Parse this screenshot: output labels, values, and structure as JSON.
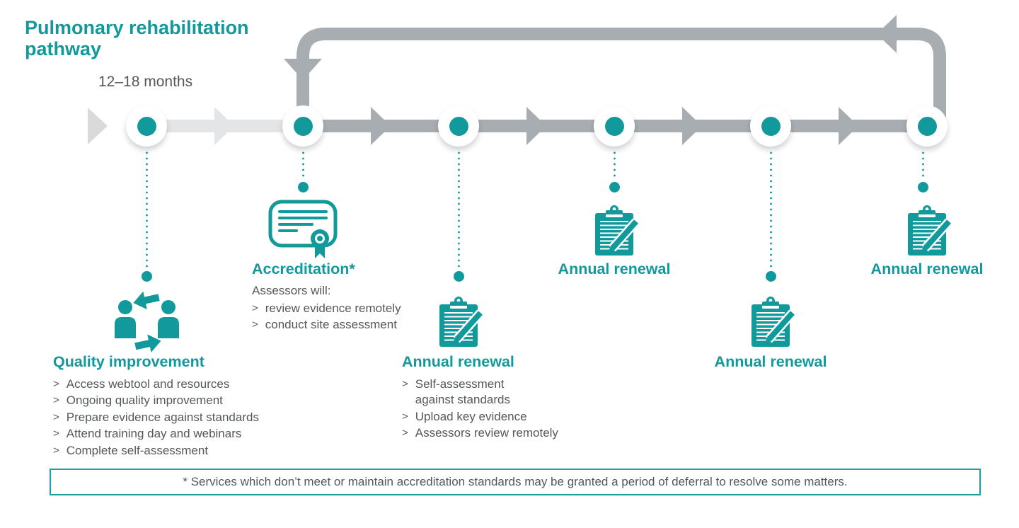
{
  "title": "Pulmonary rehabilitation pathway",
  "timeline": {
    "duration_label": "12–18 months",
    "node_count": 6
  },
  "bullet_marker": ">",
  "colors": {
    "teal": "#12999c",
    "text_gray": "#54585a",
    "arrow_gray": "#a8adb2",
    "arrow_light_gray": "#e3e5e6",
    "chevron_gray": "#d8dadc",
    "footnote_border": "#1ca0a4"
  },
  "stages": [
    {
      "heading": "Quality improvement",
      "icon": "people-cycle-icon",
      "bullets": [
        "Access webtool and resources",
        "Ongoing quality improvement",
        "Prepare evidence against standards",
        "Attend training day and webinars",
        "Complete self-assessment"
      ]
    },
    {
      "heading": "Accreditation*",
      "icon": "certificate-icon",
      "intro": "Assessors will:",
      "bullets": [
        "review evidence remotely",
        "conduct site assessment"
      ]
    },
    {
      "heading": "Annual renewal",
      "icon": "clipboard-pen-icon",
      "bullets": [
        "Self-assessment\nagainst standards",
        "Upload key evidence",
        "Assessors review remotely"
      ]
    },
    {
      "heading": "Annual renewal",
      "icon": "clipboard-pen-icon",
      "bullets": []
    },
    {
      "heading": "Annual renewal",
      "icon": "clipboard-pen-icon",
      "bullets": []
    },
    {
      "heading": "Annual renewal",
      "icon": "clipboard-pen-icon",
      "bullets": []
    }
  ],
  "footnote": "* Services which don’t meet or maintain accreditation standards may be granted a period of deferral to resolve some matters."
}
